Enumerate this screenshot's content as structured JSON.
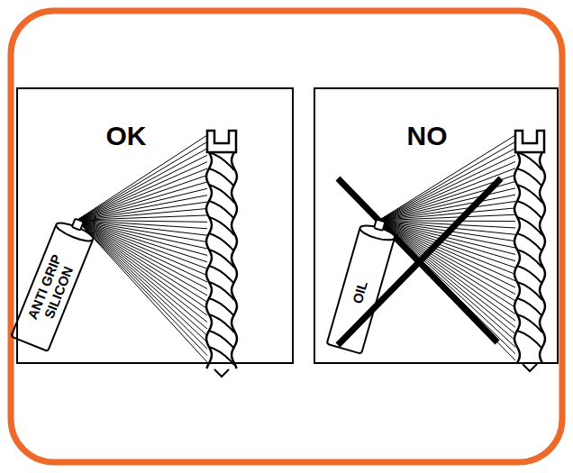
{
  "diagram": {
    "nodes": [
      {
        "text": [
          "OK"
        ]
      },
      {
        "text": [
          "NO"
        ]
      },
      {
        "text": [
          "ANTI GRIP SILICON"
        ],
        "in": 0
      },
      {
        "text": [
          "OIL"
        ],
        "in": 1
      }
    ]
  }
}
